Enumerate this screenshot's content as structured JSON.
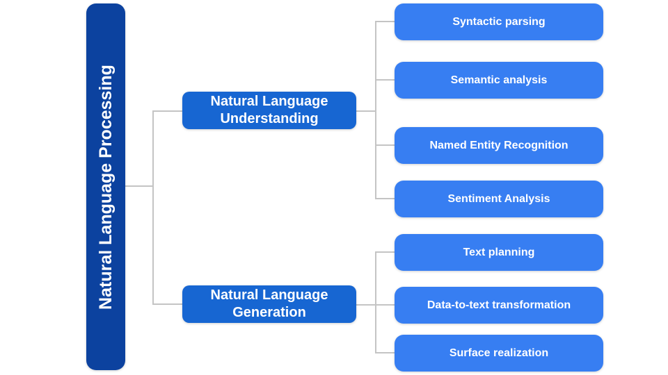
{
  "diagram": {
    "root": {
      "label": "Natural Language Processing"
    },
    "branches": [
      {
        "label": "Natural Language Understanding",
        "children": [
          {
            "label": "Syntactic parsing"
          },
          {
            "label": "Semantic analysis"
          },
          {
            "label": "Named Entity Recognition"
          },
          {
            "label": "Sentiment Analysis"
          }
        ]
      },
      {
        "label": "Natural Language Generation",
        "children": [
          {
            "label": "Text planning"
          },
          {
            "label": "Data-to-text transformation"
          },
          {
            "label": "Surface realization"
          }
        ]
      }
    ],
    "colors": {
      "root_fill": "#0c429f",
      "branch_fill": "#1766d2",
      "leaf_fill": "#377ef2",
      "connector": "#c4c4c4",
      "text": "#ffffff",
      "background": "#ffffff"
    }
  }
}
